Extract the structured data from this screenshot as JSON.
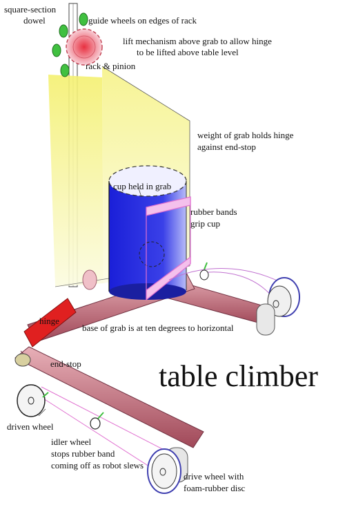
{
  "title": "table climber",
  "labels": {
    "dowel": [
      "square-section",
      "dowel"
    ],
    "guide_wheels": "guide wheels on edges of rack",
    "lift": [
      "lift mechanism above grab to allow hinge",
      "to be lifted above table level"
    ],
    "rack": "rack & pinion",
    "weight": [
      "weight of grab holds hinge",
      "against end-stop"
    ],
    "cup": "cup held in grab",
    "rubber": [
      "rubber bands",
      "grip cup"
    ],
    "hinge": "hinge",
    "base": "base of grab is at ten degrees to horizontal",
    "endstop": "end-stop",
    "driven": "driven wheel",
    "idler": [
      "idler wheel",
      "stops rubber band",
      "coming off as robot slews"
    ],
    "drive": [
      "drive wheel with",
      "foam-rubber disc"
    ]
  },
  "colors": {
    "grab_yellow": "#f7f48a",
    "cup_blue": "#2a2fe0",
    "rubber_pink": "#e070d0",
    "frame_maroon": "#b06070",
    "hinge_red": "#e02020",
    "wheel_green": "#40c040",
    "pinion_pink": "#e87a8a"
  }
}
